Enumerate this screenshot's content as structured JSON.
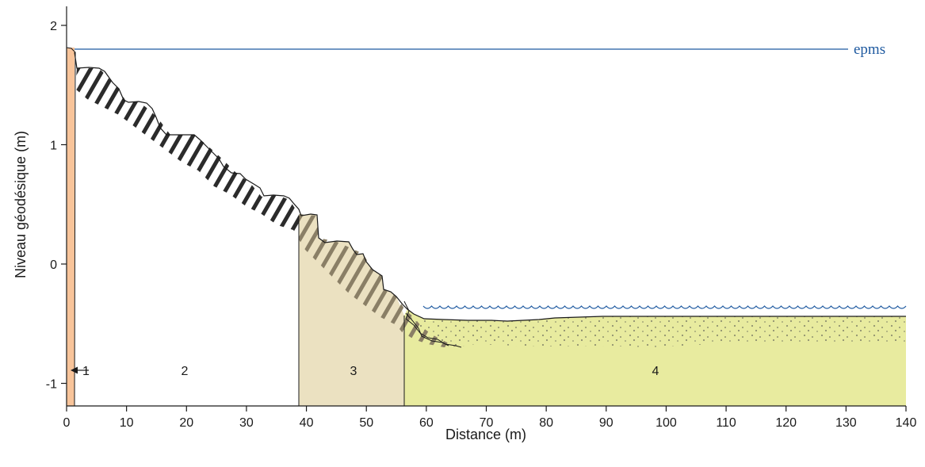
{
  "colors": {
    "zone1": "#f8c49a",
    "zone3": "#ebe1c1",
    "zone4": "#e8eb9f",
    "water": "#1f5aa0",
    "hatch": "#2b2b2b",
    "axis": "#1a1a1a",
    "stipple": "#8f9170"
  },
  "axes": {
    "xlabel": "Distance (m)",
    "ylabel": "Niveau géodésique (m)",
    "xlim": [
      0,
      140
    ],
    "ylim": [
      -1.2,
      2.2
    ],
    "xticks": [
      "0",
      "10",
      "20",
      "30",
      "40",
      "50",
      "60",
      "70",
      "80",
      "90",
      "100",
      "110",
      "120",
      "130",
      "140"
    ],
    "yticks": [
      "2",
      "1",
      "0",
      "-1"
    ]
  },
  "reference_line": {
    "label": "epms",
    "level": 1.8
  },
  "zones": [
    {
      "id": "1",
      "label": "1",
      "x_range": [
        0,
        1.3
      ]
    },
    {
      "id": "2",
      "label": "2",
      "x_range": [
        1.3,
        39
      ]
    },
    {
      "id": "3",
      "label": "3",
      "x_range": [
        39,
        56
      ]
    },
    {
      "id": "4",
      "label": "4",
      "x_range": [
        56,
        140
      ]
    }
  ],
  "icons": [
    "arrow-left-icon"
  ]
}
